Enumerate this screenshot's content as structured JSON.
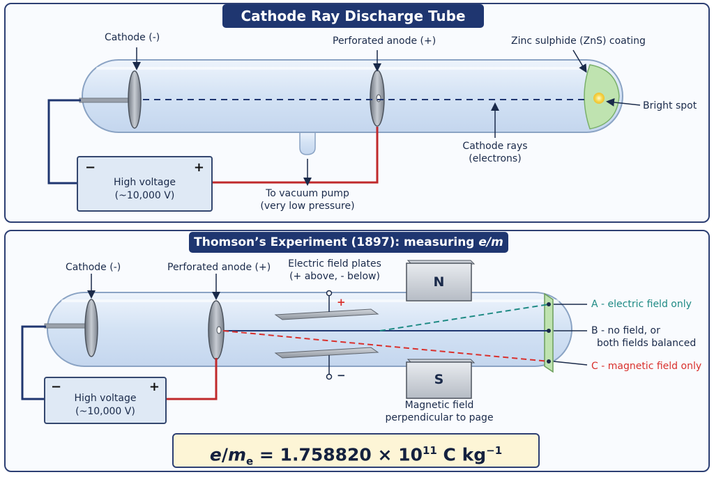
{
  "panel_top": {
    "title": "Cathode Ray Discharge Tube",
    "labels": {
      "cathode": "Cathode (-)",
      "anode": "Perforated anode (+)",
      "coating": "Zinc sulphide (ZnS) coating",
      "bright_spot": "Bright spot",
      "rays_line1": "Cathode rays",
      "rays_line2": "(electrons)",
      "pump_line1": "To vacuum pump",
      "pump_line2": "(very low pressure)"
    },
    "power_supply": {
      "label_line1": "High voltage",
      "label_line2": "(~10,000 V)",
      "minus": "−",
      "plus": "+"
    }
  },
  "panel_bottom": {
    "title_prefix": "Thomson’s Experiment (1897): measuring ",
    "title_em": "e/m",
    "labels": {
      "cathode": "Cathode (-)",
      "anode": "Perforated anode (+)",
      "plates_line1": "Electric field plates",
      "plates_line2": "(+ above, - below)",
      "plate_plus": "+",
      "plate_minus": "−",
      "magnet_north": "N",
      "magnet_south": "S",
      "magnet_line1": "Magnetic field",
      "magnet_line2": "perpendicular to page",
      "path_a": "A - electric field only",
      "path_b_line1": "B - no field, or",
      "path_b_line2": "both fields balanced",
      "path_c": "C - magnetic field only"
    },
    "power_supply": {
      "label_line1": "High voltage",
      "label_line2": "(~10,000 V)",
      "minus": "−",
      "plus": "+"
    },
    "formula": {
      "lhs_e": "e",
      "lhs_m": "m",
      "lhs_sub": "e",
      "equals": " = 1.758820 × 10",
      "exponent": "11",
      "unit": " C kg",
      "unit_exp": "−1"
    }
  },
  "colors": {
    "banner": "#1f3670",
    "tube_glass": "#dce8f7",
    "wire_negative": "#1f3670",
    "wire_positive": "#c0292b",
    "path_a": "#1e8a84",
    "path_b": "#1f3670",
    "path_c": "#d9302c",
    "screen": "#bfe3b0",
    "formula_bg": "#fdf5d6"
  }
}
